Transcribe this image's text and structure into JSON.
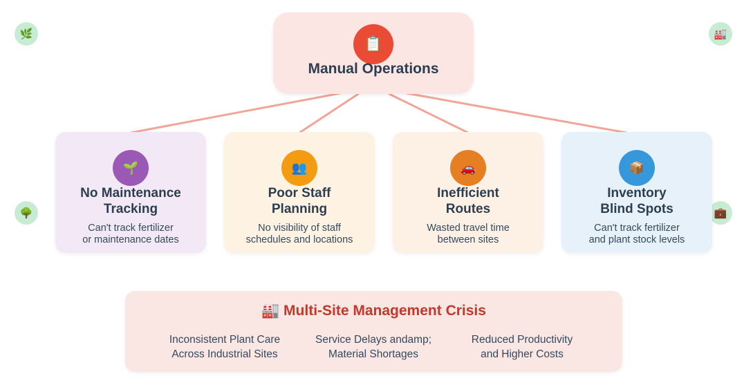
{
  "corner_icons": [
    {
      "icon": "🌿",
      "name": "herb"
    },
    {
      "icon": "🏭",
      "name": "factory"
    },
    {
      "icon": "🌳",
      "name": "tree"
    },
    {
      "icon": "💼",
      "name": "briefcase"
    }
  ],
  "top": {
    "icon": "📋",
    "title": "Manual Operations"
  },
  "cards": [
    {
      "icon": "🌱",
      "title_line1": "No Maintenance",
      "title_line2": "Tracking",
      "desc_line1": "Can't track fertilizer",
      "desc_line2": "or maintenance dates",
      "bg": "#f3e9f6",
      "icon_bg": "#9b59b6"
    },
    {
      "icon": "👥",
      "title_line1": "Poor Staff",
      "title_line2": "Planning",
      "desc_line1": "No visibility of staff",
      "desc_line2": "schedules and locations",
      "bg": "#fef3e2",
      "icon_bg": "#f39c12"
    },
    {
      "icon": "🚗",
      "title_line1": "Inefficient",
      "title_line2": "Routes",
      "desc_line1": "Wasted travel time",
      "desc_line2": "between sites",
      "bg": "#fdf0e5",
      "icon_bg": "#e67e22"
    },
    {
      "icon": "📦",
      "title_line1": "Inventory",
      "title_line2": "Blind Spots",
      "desc_line1": "Can't track fertilizer",
      "desc_line2": "and plant stock levels",
      "bg": "#e6f1fa",
      "icon_bg": "#3498db"
    }
  ],
  "crisis": {
    "icon": "🏭",
    "title": "Multi-Site Management Crisis",
    "items": [
      {
        "line1": "Inconsistent Plant Care",
        "line2": "Across Industrial Sites"
      },
      {
        "line1": "Service Delays andamp;",
        "line2": "Material Shortages"
      },
      {
        "line1": "Reduced Productivity",
        "line2": "and Higher Costs"
      }
    ]
  },
  "colors": {
    "connector": "#f1a597",
    "title_text": "#2c3e50",
    "crisis_title": "#c0392b",
    "corner_bg": "#c8ebd3"
  }
}
